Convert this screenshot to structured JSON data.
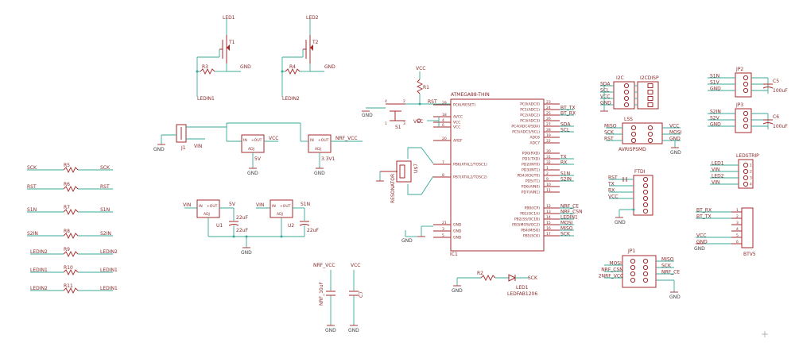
{
  "parts": {
    "t1": {
      "name": "T1",
      "top": "LED1"
    },
    "t2": {
      "name": "T2",
      "top": "LED2"
    },
    "r3": {
      "name": "R3",
      "net": "LEDIN1"
    },
    "r4": {
      "name": "R4",
      "net": "LEDIN2"
    },
    "j1": {
      "name": "J1",
      "net": "VIN"
    },
    "reg1": {
      "net": "VCC",
      "name": "5V"
    },
    "reg2": {
      "net": "NRF_VCC",
      "name": "3.3V1"
    },
    "reg3": {
      "net": "VIN",
      "v": "5V",
      "name": "U1"
    },
    "reg4": {
      "net": "VIN",
      "v": "S1N",
      "name": "U2"
    },
    "reg_in": "IN",
    "reg_out": "+OUT",
    "reg_adj": "ADJ",
    "c_left": "22uF",
    "c_right": "22uF",
    "gnd": "GND",
    "rst_vcc": "VCC",
    "rst_r": "R1",
    "rst_btn": "S1",
    "rst_net": "RST",
    "mcu_vcc_net": "VCC",
    "resonator": "RESONATOR",
    "res_name": "U$7",
    "mcu_name": "IC1",
    "mcu_title": "ATMEGA88-THIN",
    "led_name": "LED1",
    "led_value": "LEDFAB1206",
    "led_r": "R2",
    "led_net": "SCK",
    "c_nrf_net": "NRF_VCC",
    "c_nrf_val": "NRF_10uF",
    "c_vcc_net": "VCC",
    "c_vcc_name": "C7"
  },
  "mcu": {
    "left_pins": [
      {
        "n": "29",
        "label": "PC6(/RESET)"
      },
      {
        "n": "18",
        "label": "AVCC"
      },
      {
        "n": "4",
        "label": "VCC"
      },
      {
        "n": "6",
        "label": "VCC"
      },
      {
        "n": "20",
        "label": "AREF"
      },
      {
        "n": "7",
        "label": "PB6(XTAL1/TOSC1)"
      },
      {
        "n": "8",
        "label": "PB7(XTAL2/TOSC2)"
      },
      {
        "n": "21",
        "label": "GND"
      },
      {
        "n": "3",
        "label": "GND"
      },
      {
        "n": "5",
        "label": "GND"
      }
    ],
    "right_pins": [
      {
        "n": "23",
        "label": "PC0(ADC0)"
      },
      {
        "n": "24",
        "label": "PC1(ADC1)"
      },
      {
        "n": "25",
        "label": "PC2(ADC2)"
      },
      {
        "n": "26",
        "label": "PC3(ADC3)"
      },
      {
        "n": "27",
        "label": "PC4(ADC4/SDA)"
      },
      {
        "n": "28",
        "label": "PC5(ADC5/SCL)"
      },
      {
        "n": "19",
        "label": "ADC6"
      },
      {
        "n": "22",
        "label": "ADC7"
      },
      {
        "n": "30",
        "label": "PD0(RXD)"
      },
      {
        "n": "31",
        "label": "PD1(TXD)"
      },
      {
        "n": "32",
        "label": "PD2(INT0)"
      },
      {
        "n": "1",
        "label": "PD3(INT1)"
      },
      {
        "n": "2",
        "label": "PD4(XCK/T0)"
      },
      {
        "n": "9",
        "label": "PD5(T1)"
      },
      {
        "n": "10",
        "label": "PD6(AIN0)"
      },
      {
        "n": "11",
        "label": "PD7(AIN1)"
      },
      {
        "n": "12",
        "label": "PB0(ICP)"
      },
      {
        "n": "13",
        "label": "PB1(OC1A)"
      },
      {
        "n": "14",
        "label": "PB2(SS/OC1B)"
      },
      {
        "n": "15",
        "label": "PB3(MOSI/OC2)"
      },
      {
        "n": "16",
        "label": "PB4(MISO)"
      },
      {
        "n": "17",
        "label": "PB5(SCK)"
      }
    ],
    "right_nets": [
      "",
      "BT_TX",
      "BT_RX",
      "",
      "SDA",
      "SCL",
      "",
      "",
      "",
      "TX",
      "RX",
      "",
      "S1N",
      "S2IN",
      "",
      "",
      "NRF_CE",
      "NRF_CSN",
      "LEDIN1",
      "MOSI",
      "MISO",
      "SCK"
    ]
  },
  "left_resistors": [
    {
      "name": "R5",
      "left": "SCK",
      "right": "SCK"
    },
    {
      "name": "R6",
      "left": "RST",
      "right": "RST"
    },
    {
      "name": "R7",
      "left": "S1N",
      "right": "S1N"
    },
    {
      "name": "R8",
      "left": "S2IN",
      "right": "S2IN"
    },
    {
      "name": "R9",
      "left": "LEDIN2",
      "right": "LEDIN2"
    },
    {
      "name": "R10",
      "left": "LEDIN1",
      "right": "LEDIN1"
    },
    {
      "name": "R11",
      "left": "LEDIN2",
      "right": "LEDIN1"
    }
  ],
  "headers": {
    "i2c": {
      "name": "I2C",
      "disp": "I2CDISP",
      "nets": [
        "SDA",
        "SCL",
        "VCC",
        "GND"
      ]
    },
    "isp": {
      "name": "LSS",
      "value": "AVRISPSMD",
      "left": [
        "MISO",
        "SCK",
        "RST"
      ],
      "right": [
        "VCC",
        "MOSI",
        "GND"
      ]
    },
    "ftdi": {
      "name": "FTDI",
      "nets": [
        "RST",
        "TX",
        "RX",
        "VCC",
        "",
        "GND"
      ]
    },
    "jp1": {
      "name": "JP1",
      "left": [
        "MOSI",
        "NRF_CSN",
        "2NRF_VCC"
      ],
      "right": [
        "MISO",
        "SCK",
        "NRF_CE",
        "GND"
      ]
    },
    "jp2": {
      "name": "JP2",
      "nets": [
        "S1N",
        "S1V",
        "GND"
      ],
      "cap": "C5",
      "cap_val": "100uF"
    },
    "jp3": {
      "name": "JP3",
      "nets": [
        "S2IN",
        "S2V",
        "GND"
      ],
      "cap": "C6",
      "cap_val": "100uF"
    },
    "ledstrip": {
      "name": "LEDSTRIP",
      "nets": [
        "LED1",
        "VIN",
        "LED2",
        "VIN"
      ]
    },
    "bt": {
      "name": "BTV5",
      "nets": [
        "BT_RX",
        "BT_TX",
        "",
        "",
        "VCC",
        "GND"
      ],
      "pins": [
        "1",
        "2",
        "3",
        "4",
        "5",
        "6"
      ]
    }
  }
}
